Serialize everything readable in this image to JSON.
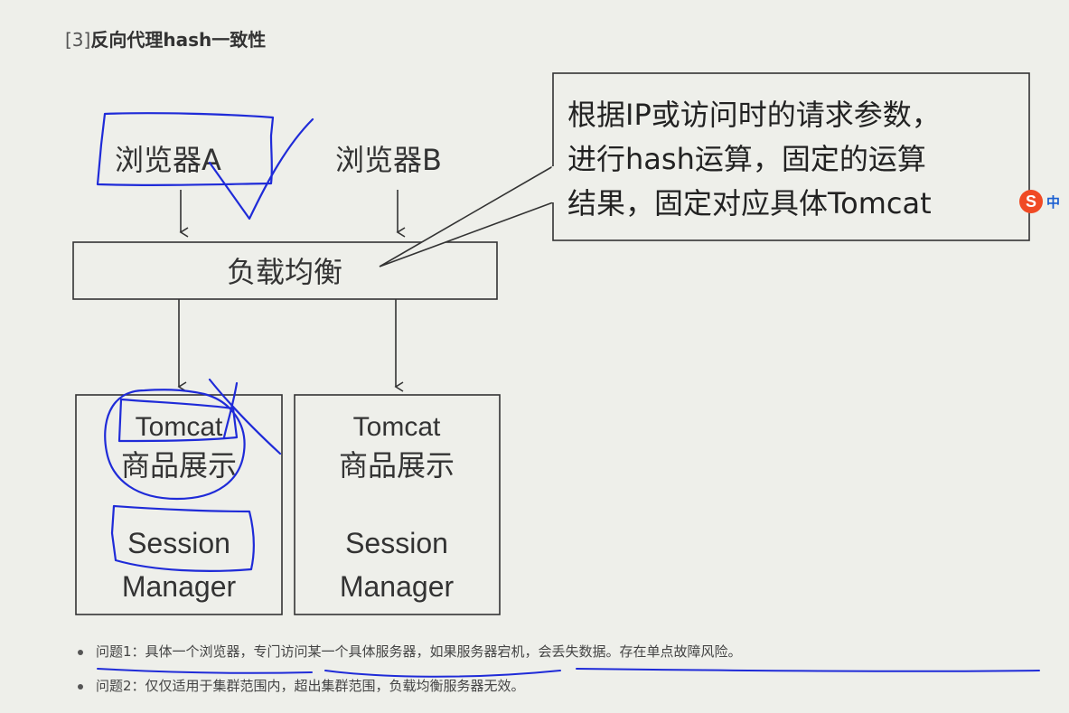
{
  "heading": {
    "prefix": "[3]",
    "title": "反向代理hash一致性"
  },
  "diagram": {
    "browser_a": "浏览器A",
    "browser_b": "浏览器B",
    "load_balancer": "负载均衡",
    "callout_lines": [
      "根据IP或访问时的请求参数，",
      "进行hash运算，固定的运算",
      "结果，固定对应具体Tomcat"
    ],
    "servers": [
      {
        "name": "Tomcat",
        "service": "商品展示",
        "session_1": "Session",
        "session_2": "Manager"
      },
      {
        "name": "Tomcat",
        "service": "商品展示",
        "session_1": "Session",
        "session_2": "Manager"
      }
    ],
    "annotation_color": "#1f2bd8"
  },
  "ime_badge": {
    "logo": "S",
    "label": "中"
  },
  "notes": [
    "问题1：具体一个浏览器，专门访问某一个具体服务器，如果服务器宕机，会丢失数据。存在单点故障风险。",
    "问题2：仅仅适用于集群范围内，超出集群范围，负载均衡服务器无效。"
  ]
}
